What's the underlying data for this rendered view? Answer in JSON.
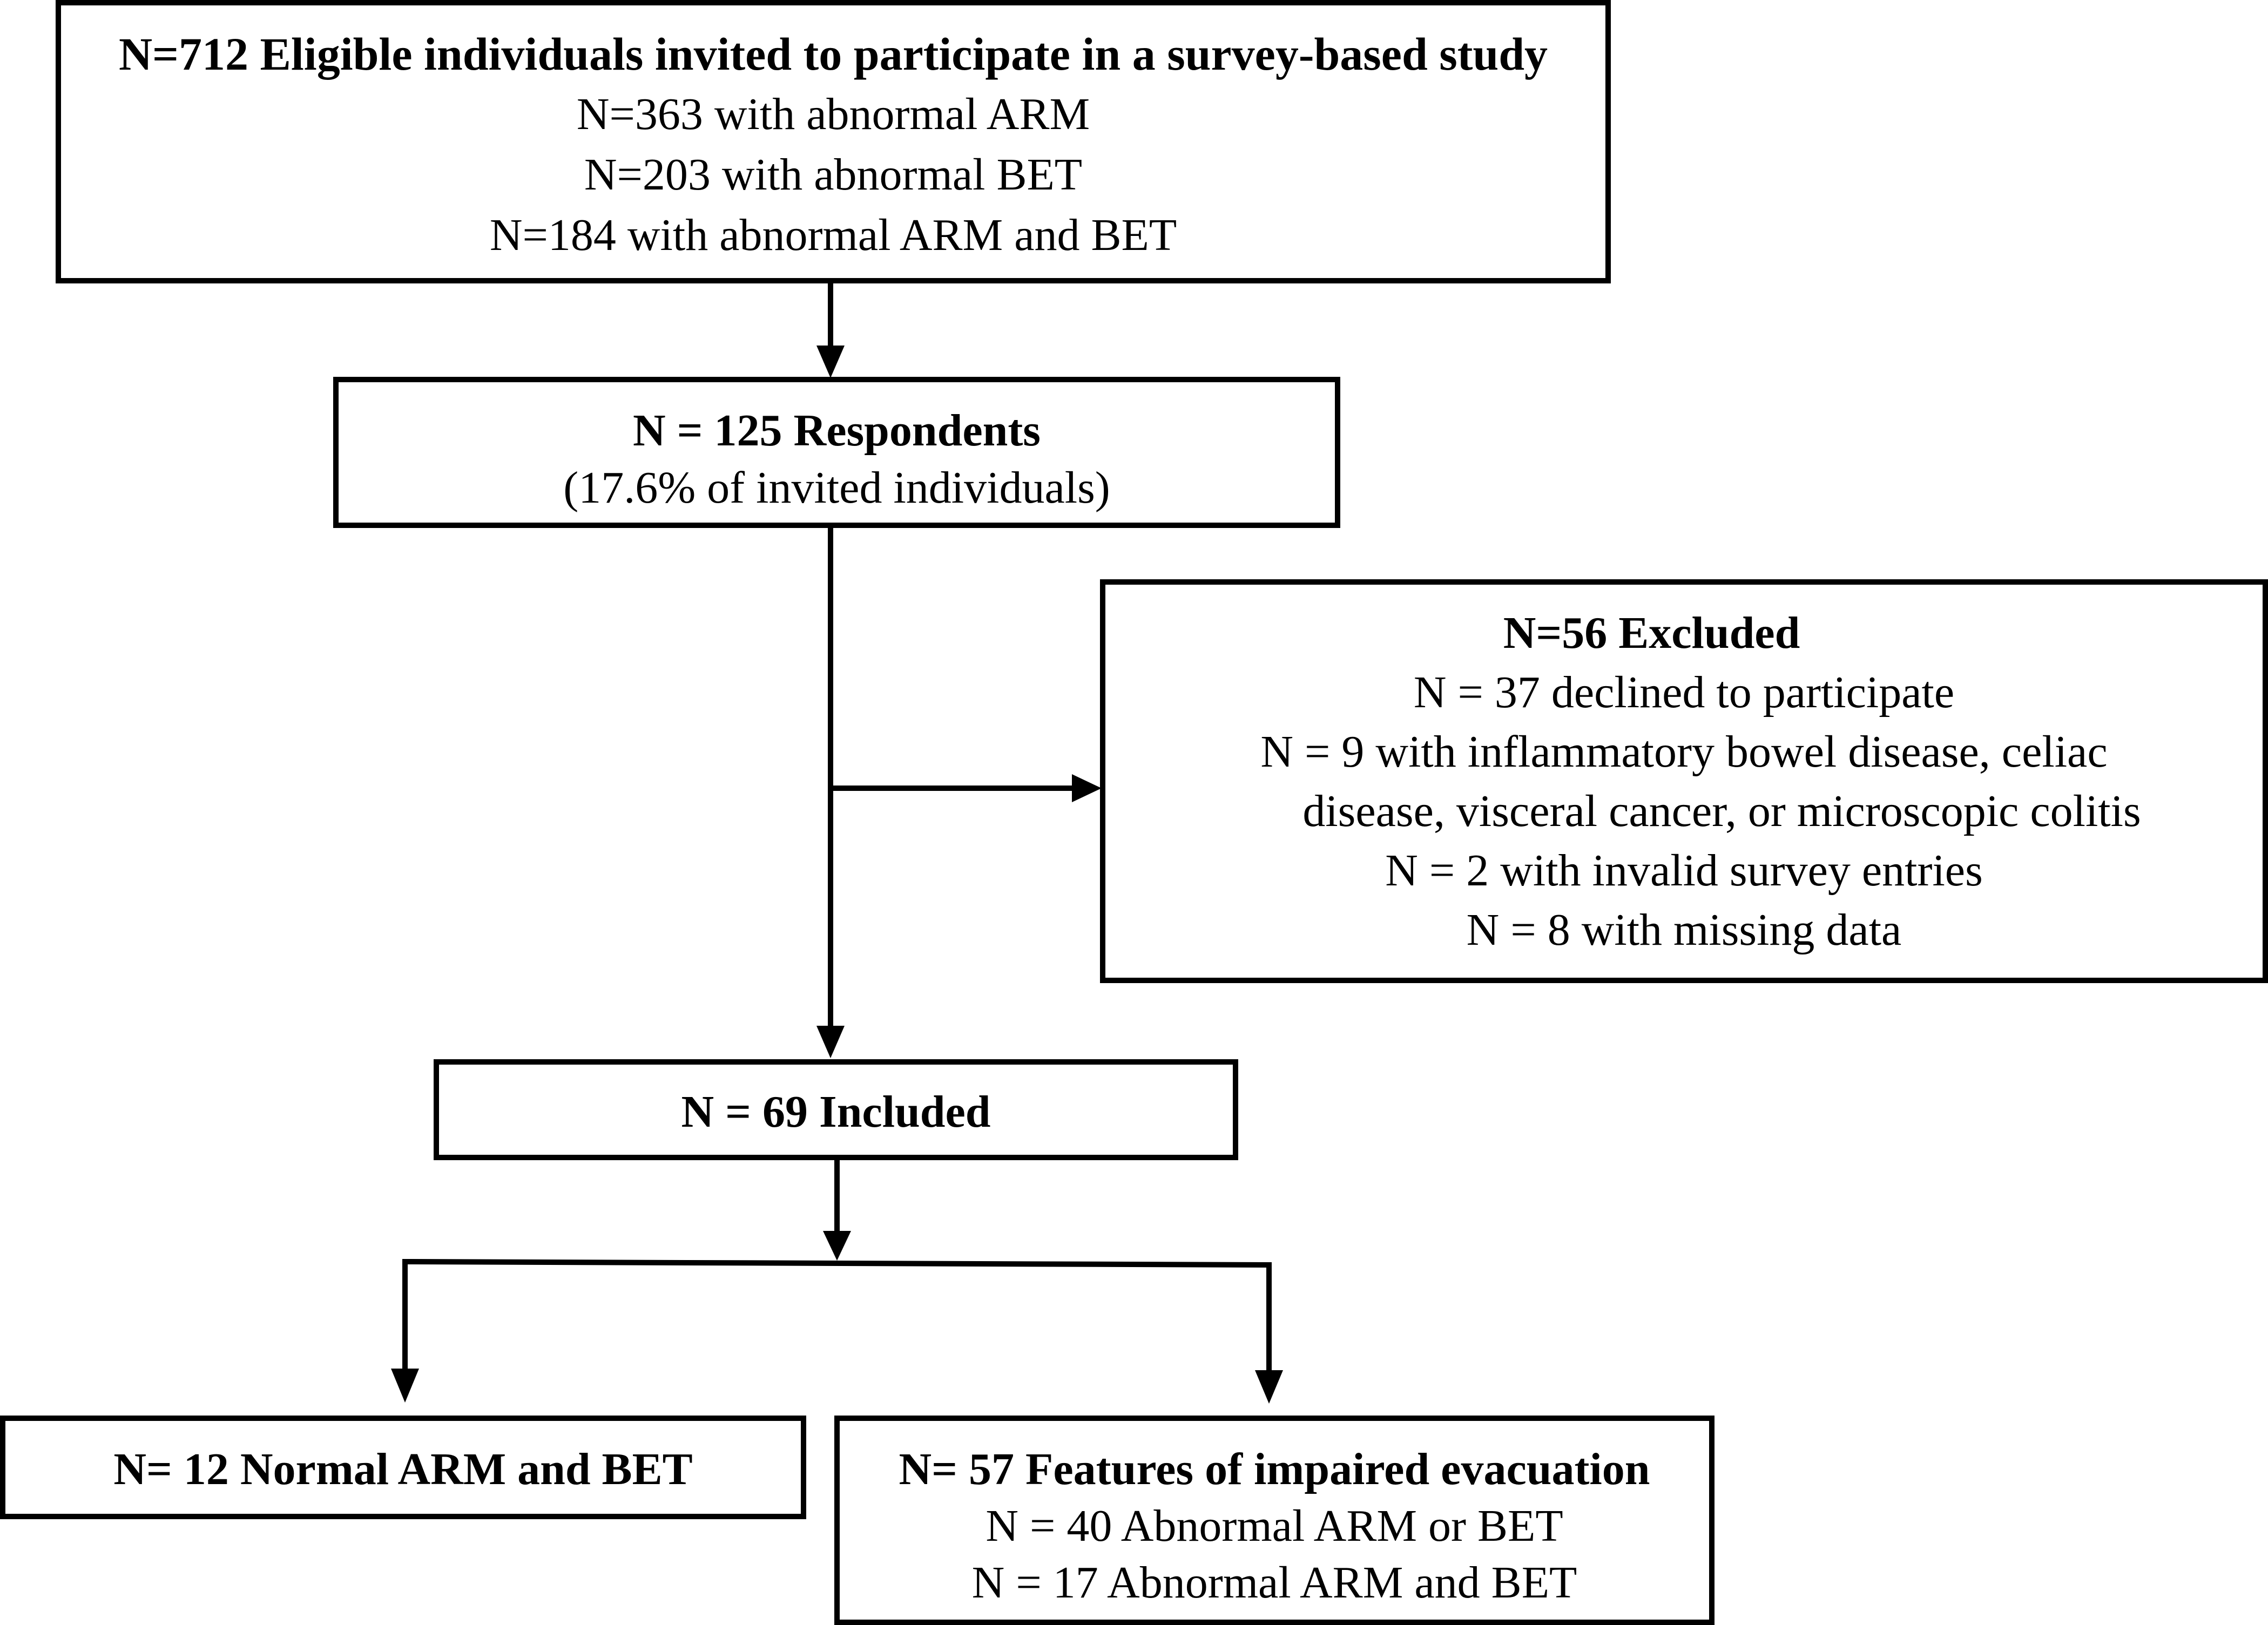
{
  "boxes": {
    "invited": {
      "title": "N=712 Eligible individuals invited to participate in a survey-based study",
      "lines": [
        "N=363 with abnormal ARM",
        "N=203 with abnormal BET",
        "N=184 with abnormal ARM and BET"
      ]
    },
    "respondents": {
      "title": "N = 125 Respondents",
      "lines": [
        "(17.6% of invited individuals)"
      ]
    },
    "excluded": {
      "title": "N=56 Excluded",
      "lines": [
        "N = 37 declined to participate",
        "N = 9 with inflammatory bowel disease, celiac",
        "disease, visceral cancer, or microscopic colitis",
        "N = 2 with invalid survey entries",
        "N = 8 with missing data"
      ]
    },
    "included": {
      "title": "N = 69 Included"
    },
    "normal": {
      "title": "N= 12 Normal ARM and BET"
    },
    "impaired": {
      "title": "N= 57 Features of impaired evacuation",
      "lines": [
        "N = 40 Abnormal ARM or BET",
        "N = 17 Abnormal ARM and BET"
      ]
    }
  },
  "colors": {
    "stroke": "#000000",
    "background": "#ffffff"
  }
}
